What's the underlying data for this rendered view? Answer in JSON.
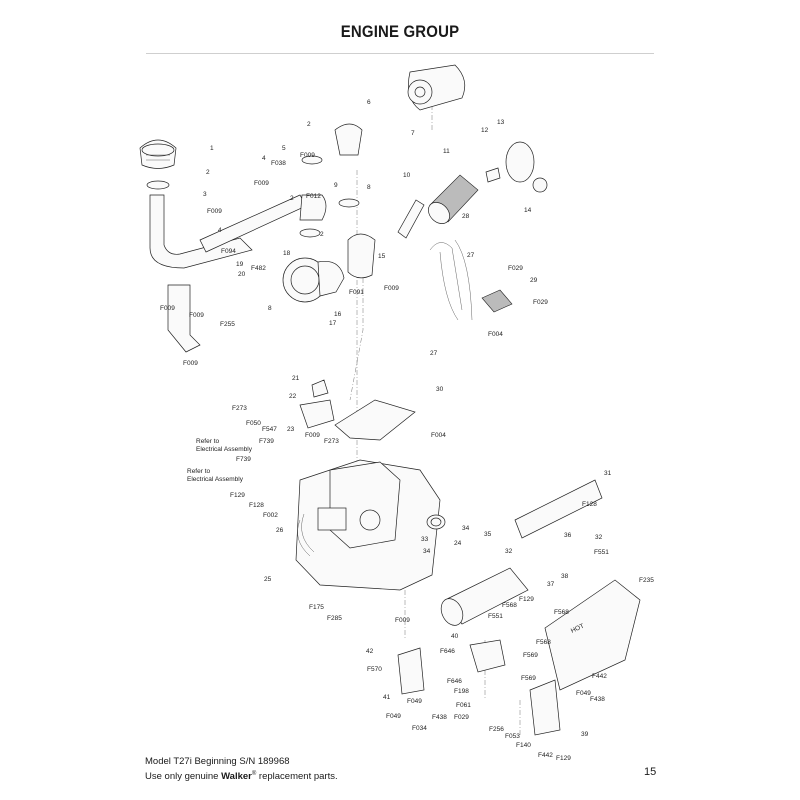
{
  "header": {
    "title": "ENGINE GROUP"
  },
  "callouts": [
    {
      "id": "c1",
      "text": "1"
    },
    {
      "id": "c2a",
      "text": "2"
    },
    {
      "id": "c3",
      "text": "3"
    },
    {
      "id": "c4a",
      "text": "4"
    },
    {
      "id": "c4b",
      "text": "4"
    },
    {
      "id": "c5",
      "text": "5"
    },
    {
      "id": "c6",
      "text": "6"
    },
    {
      "id": "c7",
      "text": "7"
    },
    {
      "id": "c8a",
      "text": "8"
    },
    {
      "id": "c8b",
      "text": "8"
    },
    {
      "id": "c9",
      "text": "9"
    },
    {
      "id": "c10",
      "text": "10"
    },
    {
      "id": "c11",
      "text": "11"
    },
    {
      "id": "c12",
      "text": "12"
    },
    {
      "id": "c13",
      "text": "13"
    },
    {
      "id": "c14",
      "text": "14"
    },
    {
      "id": "c15",
      "text": "15"
    },
    {
      "id": "c16",
      "text": "16"
    },
    {
      "id": "c17",
      "text": "17"
    },
    {
      "id": "c18",
      "text": "18"
    },
    {
      "id": "c19",
      "text": "19"
    },
    {
      "id": "c20",
      "text": "20"
    },
    {
      "id": "c21",
      "text": "21"
    },
    {
      "id": "c22",
      "text": "22"
    },
    {
      "id": "c23",
      "text": "23"
    },
    {
      "id": "c24",
      "text": "24"
    },
    {
      "id": "c25",
      "text": "25"
    },
    {
      "id": "c26",
      "text": "26"
    },
    {
      "id": "c27a",
      "text": "27"
    },
    {
      "id": "c27b",
      "text": "27"
    },
    {
      "id": "c28",
      "text": "28"
    },
    {
      "id": "c29",
      "text": "29"
    },
    {
      "id": "c30",
      "text": "30"
    },
    {
      "id": "c31",
      "text": "31"
    },
    {
      "id": "c32a",
      "text": "32"
    },
    {
      "id": "c32b",
      "text": "32"
    },
    {
      "id": "c33",
      "text": "33"
    },
    {
      "id": "c34a",
      "text": "34"
    },
    {
      "id": "c34b",
      "text": "34"
    },
    {
      "id": "c35",
      "text": "35"
    },
    {
      "id": "c36",
      "text": "36"
    },
    {
      "id": "c37",
      "text": "37"
    },
    {
      "id": "c38",
      "text": "38"
    },
    {
      "id": "c39",
      "text": "39"
    },
    {
      "id": "c40",
      "text": "40"
    },
    {
      "id": "c41",
      "text": "41"
    },
    {
      "id": "c42",
      "text": "42"
    },
    {
      "id": "c2b",
      "text": "2"
    },
    {
      "id": "c2c",
      "text": "2"
    },
    {
      "id": "c2d",
      "text": "2"
    },
    {
      "id": "f009a",
      "text": "F009"
    },
    {
      "id": "f009b",
      "text": "F009"
    },
    {
      "id": "f009c",
      "text": "F009"
    },
    {
      "id": "f009d",
      "text": "F009"
    },
    {
      "id": "f009e",
      "text": "F009"
    },
    {
      "id": "f009f",
      "text": "F009"
    },
    {
      "id": "f009g",
      "text": "F009"
    },
    {
      "id": "f009h",
      "text": "F009"
    },
    {
      "id": "f009i",
      "text": "F009"
    },
    {
      "id": "f038",
      "text": "F038"
    },
    {
      "id": "f012",
      "text": "F012"
    },
    {
      "id": "f094",
      "text": "F094"
    },
    {
      "id": "f482",
      "text": "F482"
    },
    {
      "id": "f255",
      "text": "F255"
    },
    {
      "id": "f091",
      "text": "F091"
    },
    {
      "id": "f029a",
      "text": "F029"
    },
    {
      "id": "f029b",
      "text": "F029"
    },
    {
      "id": "f004a",
      "text": "F004"
    },
    {
      "id": "f273a",
      "text": "F273"
    },
    {
      "id": "f273b",
      "text": "F273"
    },
    {
      "id": "f050",
      "text": "F050"
    },
    {
      "id": "f547",
      "text": "F547"
    },
    {
      "id": "f739a",
      "text": "F739"
    },
    {
      "id": "f739b",
      "text": "F739"
    },
    {
      "id": "f004b",
      "text": "F004"
    },
    {
      "id": "f129a",
      "text": "F129"
    },
    {
      "id": "f128a",
      "text": "F128"
    },
    {
      "id": "f002",
      "text": "F002"
    },
    {
      "id": "f128b",
      "text": "F128"
    },
    {
      "id": "f551a",
      "text": "F551"
    },
    {
      "id": "f235",
      "text": "F235"
    },
    {
      "id": "f175",
      "text": "F175"
    },
    {
      "id": "f285",
      "text": "F285"
    },
    {
      "id": "f568a",
      "text": "F568"
    },
    {
      "id": "f568b",
      "text": "F568"
    },
    {
      "id": "f129b",
      "text": "F129"
    },
    {
      "id": "f551b",
      "text": "F551"
    },
    {
      "id": "f568c",
      "text": "F568"
    },
    {
      "id": "f569a",
      "text": "F569"
    },
    {
      "id": "f569b",
      "text": "F569"
    },
    {
      "id": "f442a",
      "text": "F442"
    },
    {
      "id": "f049a",
      "text": "F049"
    },
    {
      "id": "f438a",
      "text": "F438"
    },
    {
      "id": "f570",
      "text": "F570"
    },
    {
      "id": "f646a",
      "text": "F646"
    },
    {
      "id": "f646b",
      "text": "F646"
    },
    {
      "id": "f198",
      "text": "F198"
    },
    {
      "id": "f061",
      "text": "F061"
    },
    {
      "id": "f029c",
      "text": "F029"
    },
    {
      "id": "f049b",
      "text": "F049"
    },
    {
      "id": "f049c",
      "text": "F049"
    },
    {
      "id": "f438b",
      "text": "F438"
    },
    {
      "id": "f034",
      "text": "F034"
    },
    {
      "id": "f256",
      "text": "F256"
    },
    {
      "id": "f053",
      "text": "F053"
    },
    {
      "id": "f140",
      "text": "F140"
    },
    {
      "id": "f442b",
      "text": "F442"
    },
    {
      "id": "f129c",
      "text": "F129"
    }
  ],
  "notes": {
    "refer1": [
      "Refer to",
      "Electrical Assembly"
    ],
    "refer2": [
      "Refer to",
      "Electrical Assembly"
    ],
    "hot": "HOT"
  },
  "footer": {
    "line1": "Model T27i Beginning S/N 189968",
    "line2_pre": "Use only genuine ",
    "brand": "Walker",
    "reg": "®",
    "line2_post": " replacement parts.",
    "page": "15"
  }
}
